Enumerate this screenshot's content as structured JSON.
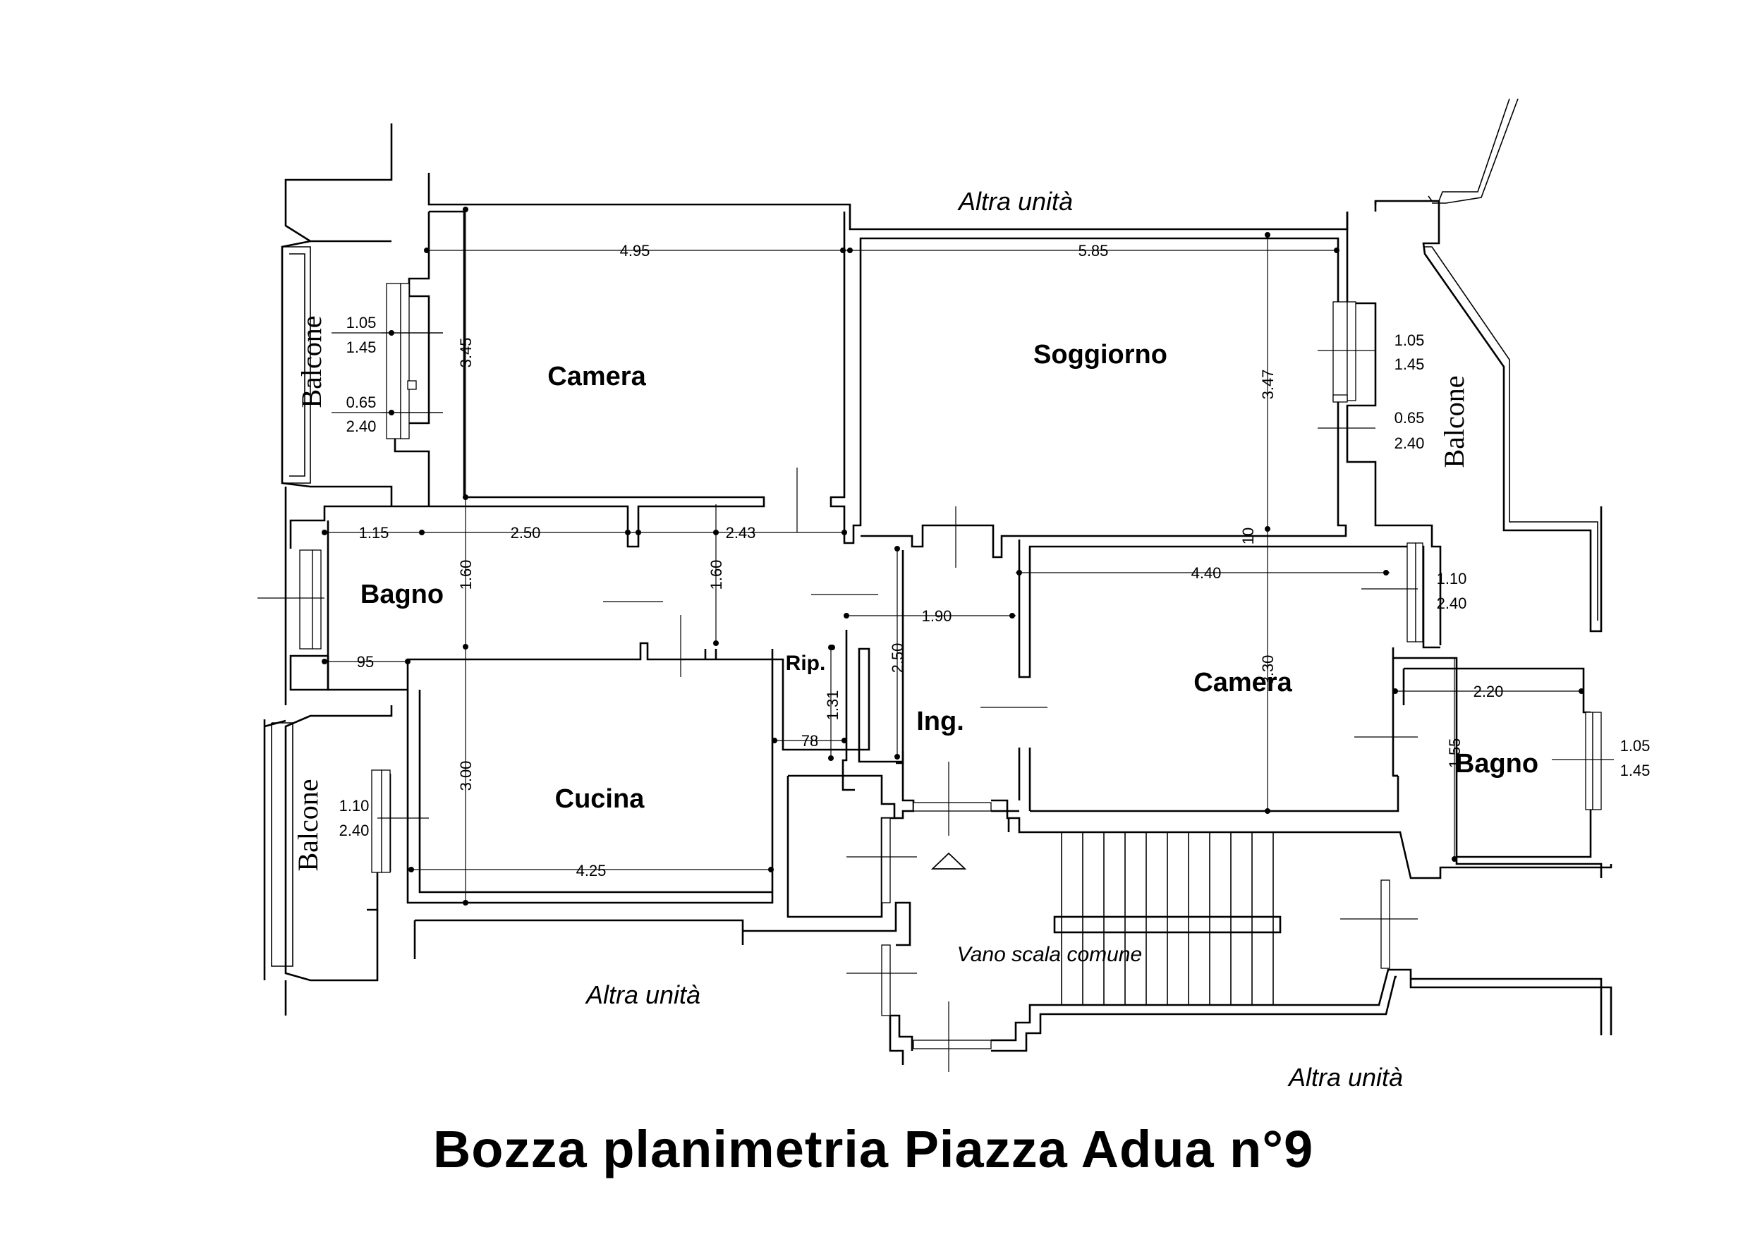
{
  "title": "Bozza planimetria Piazza Adua n°9",
  "rooms": {
    "camera_nw": "Camera",
    "soggiorno": "Soggiorno",
    "bagno_w": "Bagno",
    "rip": "Rip.",
    "ing": "Ing.",
    "cucina": "Cucina",
    "camera_e": "Camera",
    "bagno_e": "Bagno"
  },
  "notes": {
    "altra_top": "Altra unità",
    "altra_bottom_left": "Altra unità",
    "altra_bottom_right": "Altra unità",
    "vano_scala": "Vano scala comune"
  },
  "balconies": {
    "west_top": "Balcone",
    "west_bottom": "Balcone",
    "east": "Balcone"
  },
  "dimensions": {
    "camera_nw_width": "4.95",
    "camera_nw_height": "3.45",
    "soggiorno_width": "5.85",
    "soggiorno_height": "3.47",
    "win_w_top_a": "1.05",
    "win_w_top_b": "1.45",
    "win_w_top_c": "0.65",
    "win_w_top_d": "2.40",
    "win_e_top_a": "1.05",
    "win_e_top_b": "1.45",
    "win_e_top_c": "0.65",
    "win_e_top_d": "2.40",
    "bagno_w_a": "1.15",
    "corr_width": "2.50",
    "corr_b": "2.43",
    "bagno_w_h": "1.60",
    "corr_h": "1.60",
    "bagno_w_bottom": "95",
    "wall_10": "10",
    "camera_e_width": "4.40",
    "win_camera_e_a": "1.10",
    "win_camera_e_b": "2.40",
    "ing_width": "1.90",
    "ing_height": "2.50",
    "rip_h": "1.31",
    "rip_w": "78",
    "camera_e_h": "3.30",
    "bagno_e_w": "2.20",
    "bagno_e_h": "1.55",
    "win_bagno_e_a": "1.05",
    "win_bagno_e_b": "1.45",
    "cucina_h": "3.00",
    "cucina_w": "4.25",
    "win_cucina_a": "1.10",
    "win_cucina_b": "2.40"
  }
}
